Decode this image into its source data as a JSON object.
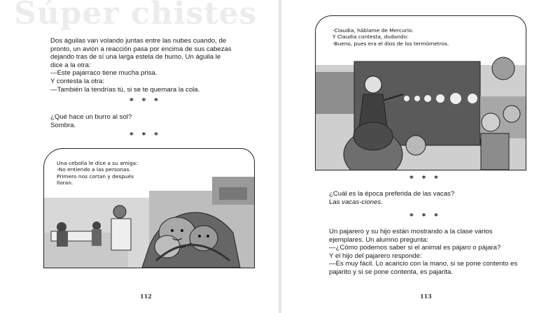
{
  "header": {
    "title": "Súper chistes"
  },
  "left_page": {
    "joke1": {
      "intro": "Dos águilas van volando juntas entre las nubes cuando, de pronto, un avión a reacción pasa por encima de sus cabezas dejando tras de sí una larga estela de humo. Un águila le dice a la otra:",
      "line1": "—Este pajarraco tiene mucha prisa.",
      "line2": "Y contesta la otra:",
      "line3": "—También la tendrías tú, si se te quemara la cola."
    },
    "separator": "* * *",
    "joke2": {
      "question": "¿Qué hace un burro al sol?",
      "answer": "Sombra."
    },
    "comic": {
      "line1": "Una cebolla le dice a su amiga:",
      "line2": "-No entiendo a las personas.",
      "line3": "Primero nos cortan y después",
      "line4": "lloran."
    },
    "page_number": "112"
  },
  "right_page": {
    "comic": {
      "line1": "-Claudia, háblame de Mercurio.",
      "line2": "Y Claudia contesta, dudando:",
      "line3": "-Bueno, pues era el dios de los termómetros."
    },
    "separator": "* * *",
    "joke_cows": {
      "question": "¿Cuál es la época preferida de las vacas?",
      "answer_prefix": "Las ",
      "answer_italic": "vacas-ciones",
      "answer_suffix": "."
    },
    "joke_bird": {
      "intro": "Un pajarero y su hijo están mostrando a la clase varios ejemplares. Un alumno pregunta:",
      "line1": "—¿Cómo podemos saber si el animal es pájaro o pájara?",
      "line2": "Y el hijo del pajarero responde:",
      "line3": "—Es muy fácil. Lo acaricio con la mano, si se pone contento es pajarito y si se pone contenta, es pajarita."
    },
    "page_number": "113"
  }
}
